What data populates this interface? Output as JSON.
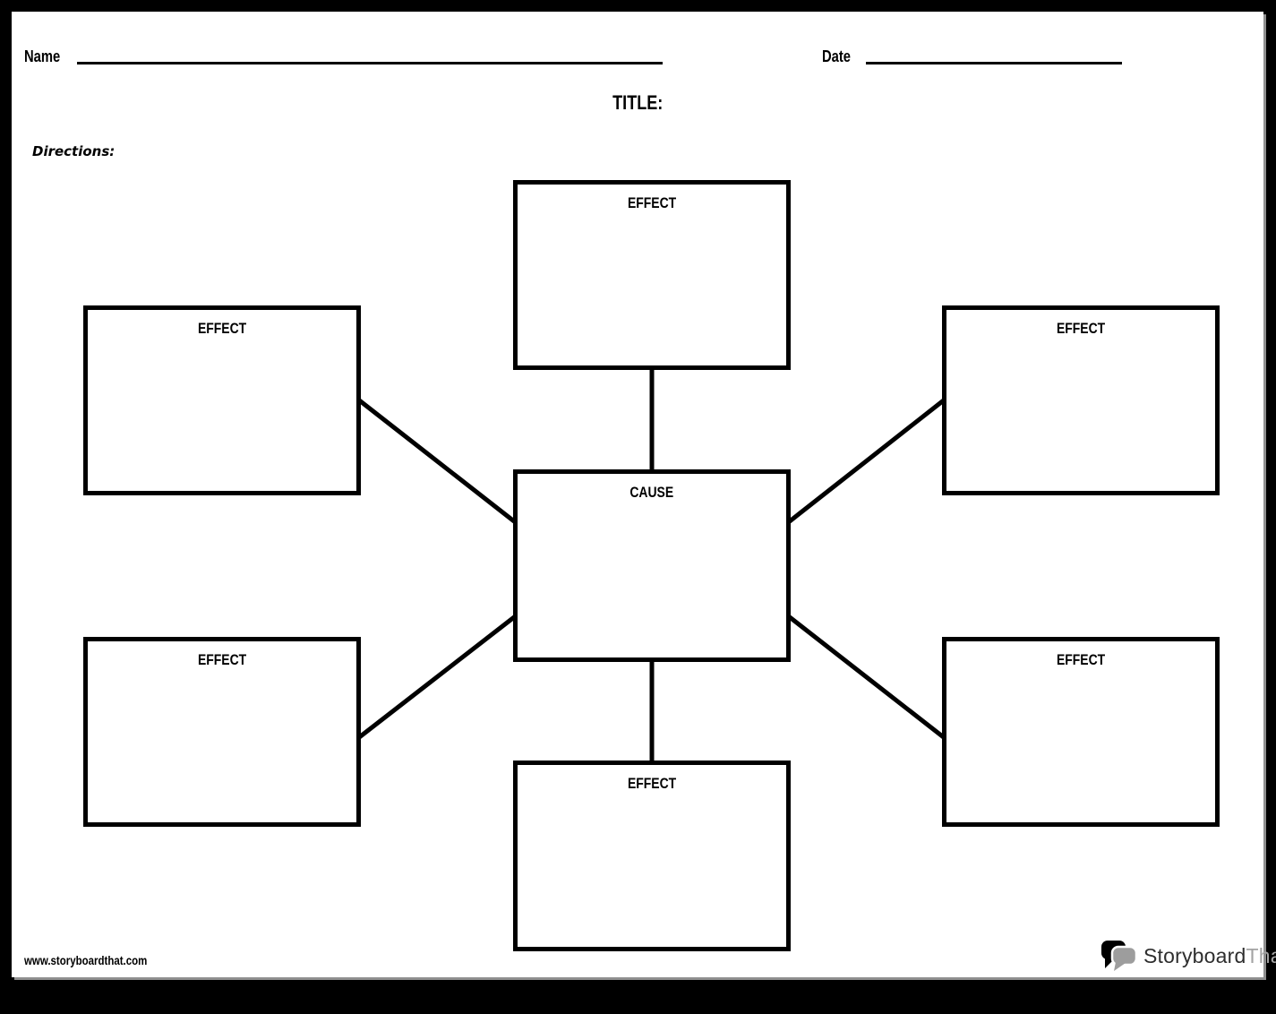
{
  "header": {
    "name_label": "Name",
    "date_label": "Date",
    "title_label": "TITLE:",
    "directions_label": "Directions:"
  },
  "diagram": {
    "boxes": [
      {
        "position": "top",
        "label": "EFFECT"
      },
      {
        "position": "top-left",
        "label": "EFFECT"
      },
      {
        "position": "top-right",
        "label": "EFFECT"
      },
      {
        "position": "center",
        "label": "CAUSE"
      },
      {
        "position": "bottom-left",
        "label": "EFFECT"
      },
      {
        "position": "bottom-right",
        "label": "EFFECT"
      },
      {
        "position": "bottom",
        "label": "EFFECT"
      }
    ]
  },
  "footer": {
    "website": "www.storyboardthat.com",
    "logo_text_primary": "Storyboard",
    "logo_text_secondary": "That"
  },
  "colors": {
    "ink": "#000000",
    "page": "#ffffff",
    "shadow_gray": "#8f8f8f",
    "logo_dark": "#2e2e2e",
    "logo_gray": "#a3a3a3"
  }
}
